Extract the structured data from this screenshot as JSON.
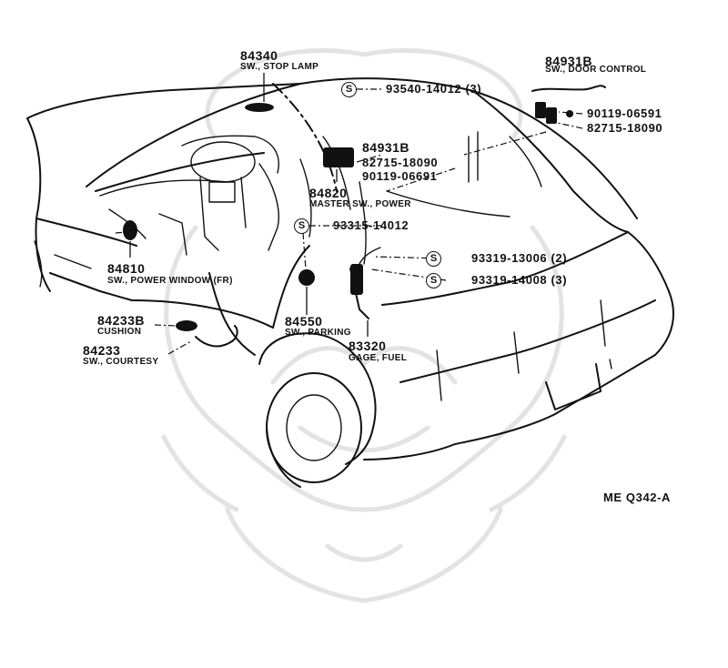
{
  "diagram_id": "ME Q342-A",
  "symbol": "S",
  "parts": {
    "stop_lamp": {
      "number": "84340",
      "desc": "SW., STOP LAMP"
    },
    "door_control": {
      "number": "84931B",
      "desc": "SW., DOOR CONTROL"
    },
    "screw_93540": {
      "number": "93540-14012 (3)"
    },
    "bolt_90119_top": {
      "number": "90119-06591"
    },
    "nut_82715_top": {
      "number": "82715-18090"
    },
    "master_group_1": {
      "number": "84931B"
    },
    "master_group_2": {
      "number": "82715-18090"
    },
    "master_group_3": {
      "number": "90119-06691"
    },
    "master_power": {
      "number": "84820",
      "desc": "MASTER SW., POWER"
    },
    "screw_93315": {
      "number": "93315-14012"
    },
    "screw_93319_a": {
      "number": "93319-13006 (2)"
    },
    "screw_93319_b": {
      "number": "93319-14008 (3)"
    },
    "power_window": {
      "number": "84810",
      "desc": "SW., POWER WINDOW (FR)"
    },
    "parking": {
      "number": "84550",
      "desc": "SW., PARKING"
    },
    "cushion": {
      "number": "84233B",
      "desc": "CUSHION"
    },
    "courtesy": {
      "number": "84233",
      "desc": "SW., COURTESY"
    },
    "fuel_gage": {
      "number": "83320",
      "desc": "GAGE, FUEL"
    }
  }
}
